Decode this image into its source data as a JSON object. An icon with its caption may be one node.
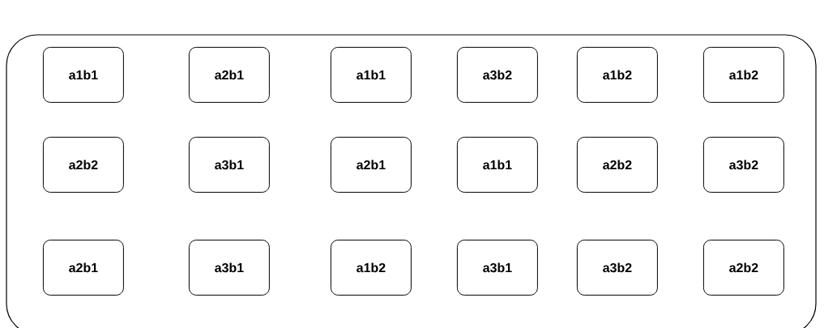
{
  "diagram": {
    "nodes": [
      {
        "text": [],
        "shape": "box"
      },
      {
        "text": [
          "a1b1"
        ],
        "in": 0
      },
      {
        "text": [
          "a2b1"
        ],
        "in": 0
      },
      {
        "text": [
          "a1b1"
        ],
        "in": 0
      },
      {
        "text": [
          "a3b2"
        ],
        "in": 0
      },
      {
        "text": [
          "a1b2"
        ],
        "in": 0
      },
      {
        "text": [
          "a1b2"
        ],
        "in": 0
      },
      {
        "text": [
          "a2b2"
        ],
        "in": 0
      },
      {
        "text": [
          "a3b1"
        ],
        "in": 0
      },
      {
        "text": [
          "a2b1"
        ],
        "in": 0
      },
      {
        "text": [
          "a1b1"
        ],
        "in": 0
      },
      {
        "text": [
          "a2b2"
        ],
        "in": 0
      },
      {
        "text": [
          "a3b2"
        ],
        "in": 0
      },
      {
        "text": [
          "a2b1"
        ],
        "in": 0
      },
      {
        "text": [
          "a3b1"
        ],
        "in": 0
      },
      {
        "text": [
          "a1b2"
        ],
        "in": 0
      },
      {
        "text": [
          "a3b1"
        ],
        "in": 0
      },
      {
        "text": [
          "a3b2"
        ],
        "in": 0
      },
      {
        "text": [
          "a2b2"
        ],
        "in": 0
      }
    ]
  }
}
